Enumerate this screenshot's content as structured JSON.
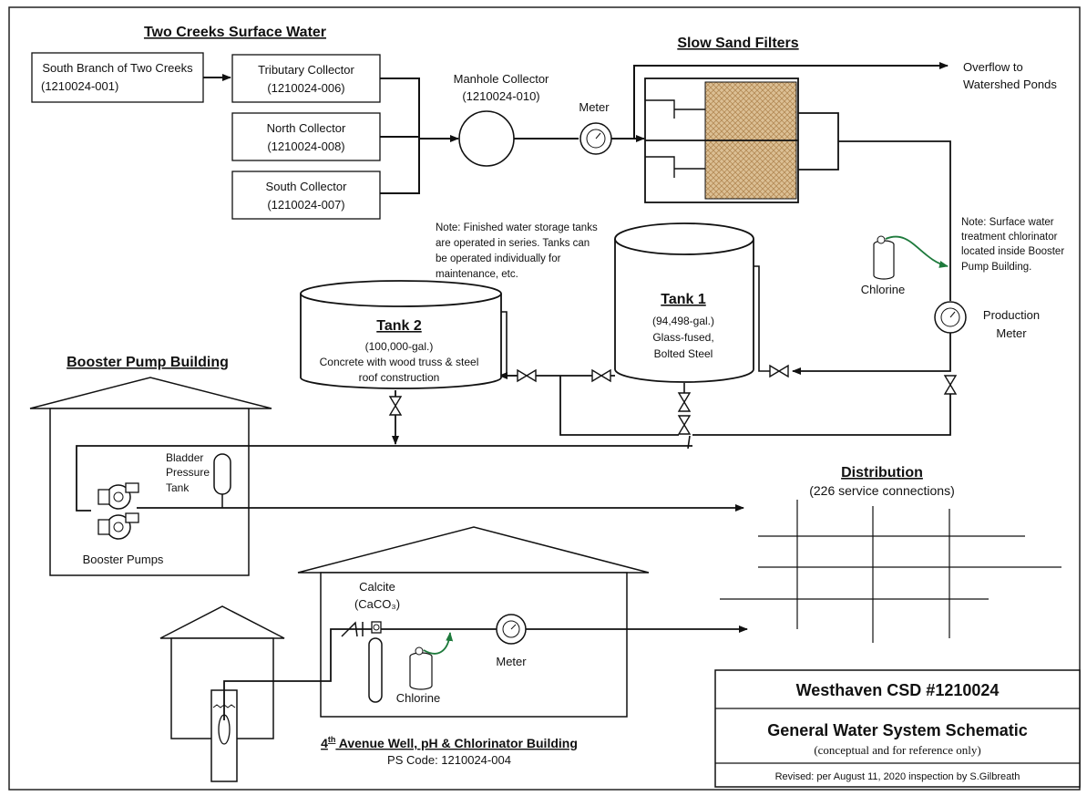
{
  "surface_water": {
    "heading": "Two Creeks Surface Water",
    "source": [
      "South Branch of Two Creeks",
      "(1210024-001)"
    ],
    "tributary": [
      "Tributary Collector",
      "(1210024-006)"
    ],
    "north": [
      "North Collector",
      "(1210024-008)"
    ],
    "south": [
      "South Collector",
      "(1210024-007)"
    ],
    "manhole": [
      "Manhole Collector",
      "(1210024-010)"
    ]
  },
  "meter_label": "Meter",
  "filters": {
    "heading": "Slow Sand Filters",
    "overflow": [
      "Overflow to",
      "Watershed Ponds"
    ]
  },
  "notes": {
    "tanks": [
      "Note:  Finished water storage tanks",
      "are operated in series.  Tanks can",
      "be operated individually for",
      "maintenance, etc."
    ],
    "chlorinator": [
      "Note:  Surface water",
      "treatment chlorinator",
      "located inside Booster",
      "Pump Building."
    ]
  },
  "chlorine_label": "Chlorine",
  "production_meter": [
    "Production",
    "Meter"
  ],
  "tank1": {
    "title": "Tank 1",
    "lines": [
      "(94,498-gal.)",
      "Glass-fused,",
      "Bolted Steel"
    ]
  },
  "tank2": {
    "title": "Tank 2",
    "lines": [
      "(100,000-gal.)",
      "Concrete with wood truss & steel",
      "roof construction"
    ]
  },
  "booster": {
    "heading": "Booster Pump Building",
    "bladder": [
      "Bladder",
      "Pressure",
      "Tank"
    ],
    "pumps": "Booster Pumps"
  },
  "distribution": {
    "heading": "Distribution",
    "sub": "(226 service connections)"
  },
  "well_building": {
    "calcite": [
      "Calcite",
      "(CaCO₃)"
    ],
    "chlorine": "Chlorine",
    "meter": "Meter",
    "title_pre": "4",
    "title_sup": "th",
    "title_post": " Avenue Well, pH & Chlorinator Building",
    "ps_code": "PS Code: 1210024-004"
  },
  "title_block": {
    "name": "Westhaven CSD #1210024",
    "title": "General Water System Schematic",
    "subtitle": "(conceptual and for reference only)",
    "revised": "Revised: per August 11, 2020 inspection by S.Gilbreath"
  },
  "colors": {
    "line": "#111111",
    "sand": "#d7b98a",
    "arrow_green": "#1e7a3c"
  }
}
